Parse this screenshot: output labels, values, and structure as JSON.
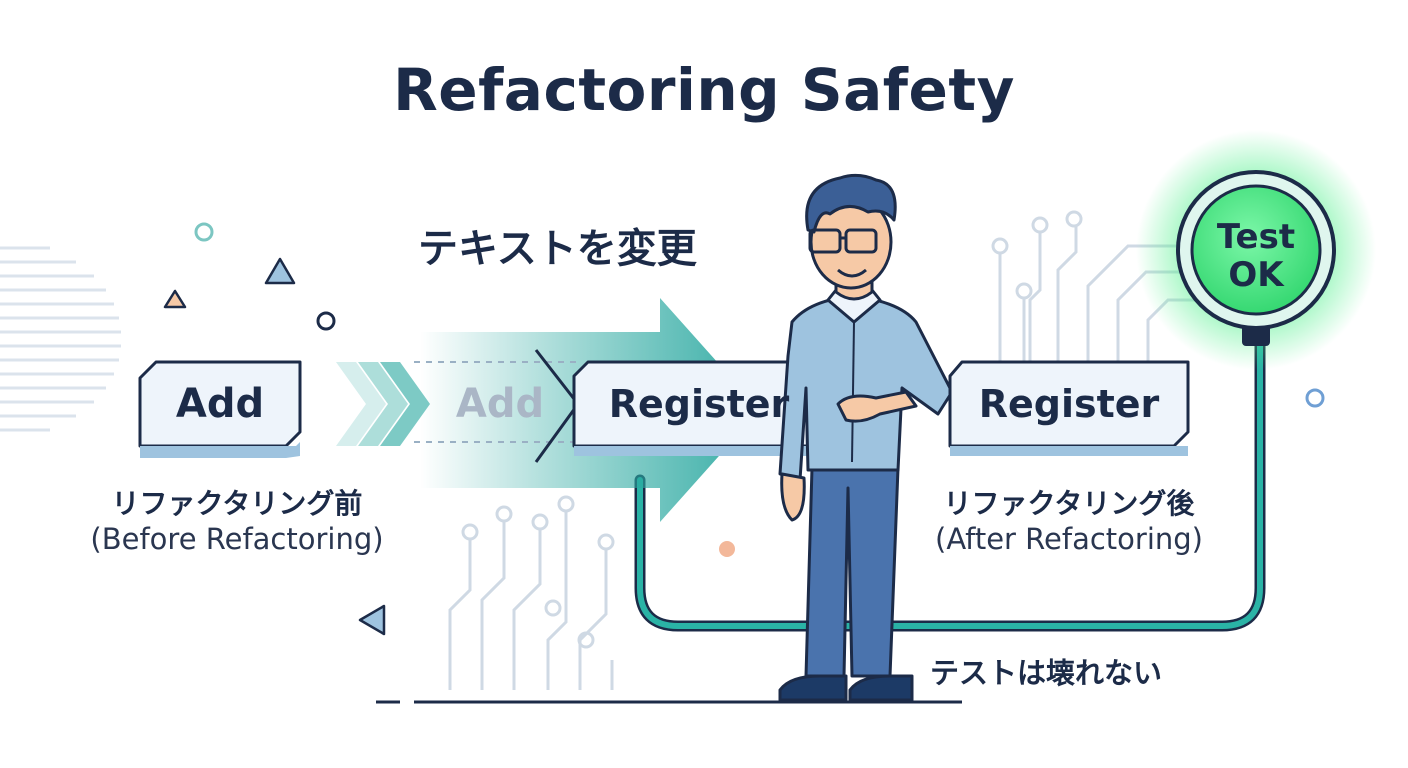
{
  "title": "Refactoring Safety",
  "change_label": "テキストを変更",
  "before": {
    "button_label": "Add",
    "caption_jp": "リファクタリング前",
    "caption_en": "(Before Refactoring)"
  },
  "transition": {
    "ghost_label": "Add",
    "new_label": "Register"
  },
  "after": {
    "button_label": "Register",
    "caption_jp": "リファクタリング後",
    "caption_en": "(After Refactoring)"
  },
  "test_badge": {
    "line1": "Test",
    "line2": "OK"
  },
  "tests_unbroken": "テストは壊れない",
  "colors": {
    "navy": "#1c2b48",
    "teal": "#2aa8a0",
    "badge_green": "#4cf08a",
    "button_fill": "#eef4fb",
    "button_border": "#1c2b48",
    "accent_blue": "#6f9fd4"
  }
}
